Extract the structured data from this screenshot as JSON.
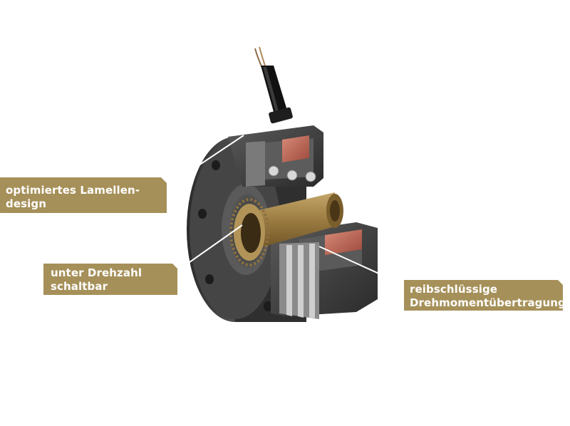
{
  "labels": {
    "lamellen": {
      "line1": "optimiertes Lamellen-",
      "line2": "design"
    },
    "drehzahl": {
      "line1": "unter Drehzahl",
      "line2": "schaltbar"
    },
    "reib": {
      "line1": "reibschlüssige",
      "line2": "Drehmomentübertragung"
    }
  },
  "colors": {
    "label_bg": "#a69059",
    "label_text": "#ffffff",
    "housing": "#3a3a3a",
    "bronze_shaft": "#9a7a40",
    "coil": "#c26a58"
  }
}
